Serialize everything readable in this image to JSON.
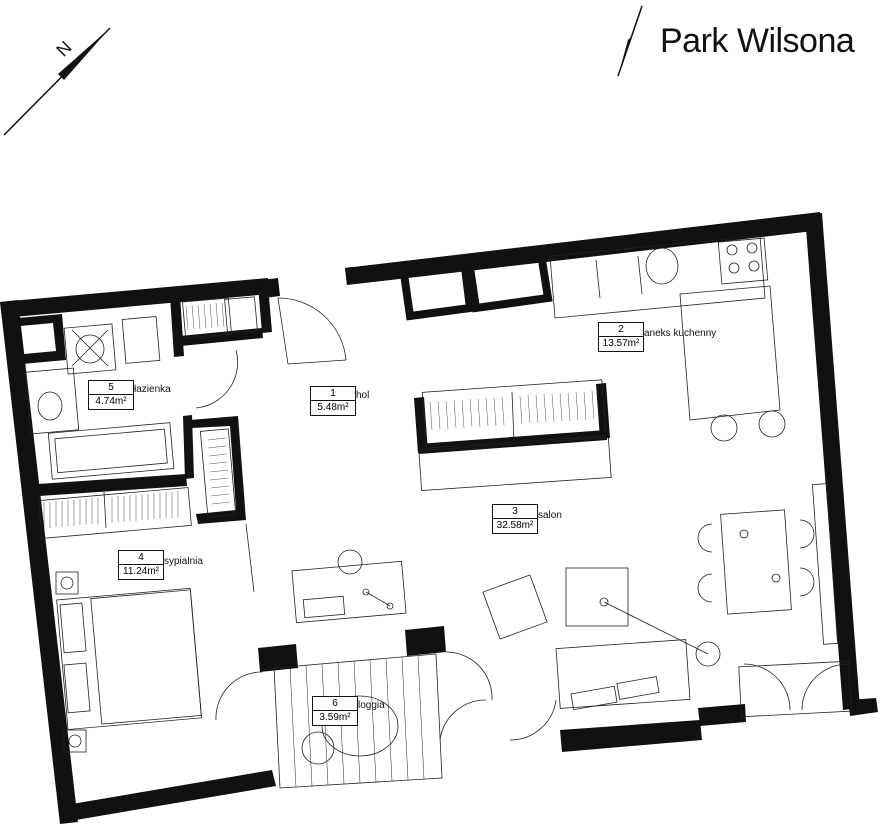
{
  "brand": {
    "name": "Park Wilsona"
  },
  "compass": {
    "letter": "N"
  },
  "rooms": [
    {
      "num": "1",
      "name": "hol",
      "area": "5.48",
      "unit": "m²"
    },
    {
      "num": "2",
      "name": "aneks kuchenny",
      "area": "13.57",
      "unit": "m²"
    },
    {
      "num": "3",
      "name": "salon",
      "area": "32.58",
      "unit": "m²"
    },
    {
      "num": "4",
      "name": "sypialnia",
      "area": "11.24",
      "unit": "m²"
    },
    {
      "num": "5",
      "name": "łazienka",
      "area": "4.74",
      "unit": "m²"
    },
    {
      "num": "6",
      "name": "loggia",
      "area": "3.59",
      "unit": "m²"
    }
  ],
  "colors": {
    "wall": "#111111",
    "line": "#222222",
    "background": "#ffffff"
  }
}
